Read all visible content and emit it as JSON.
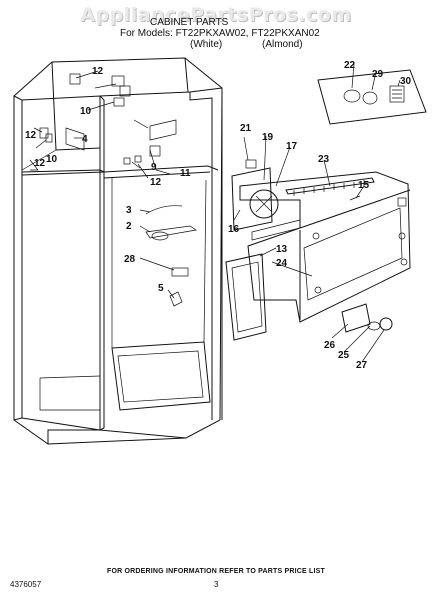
{
  "watermark": "AppliancePartsPros.com",
  "header": {
    "title": "CABINET PARTS",
    "models": "For Models: FT22PKXAW02, FT22PKXAN02",
    "white": "(White)",
    "almond": "(Almond)"
  },
  "parts": {
    "p2": "2",
    "p3": "3",
    "p4": "4",
    "p5": "5",
    "p9": "9",
    "p10a": "10",
    "p10b": "10",
    "p11": "11",
    "p12a": "12",
    "p12b": "12",
    "p12c": "12",
    "p12d": "12",
    "p13": "13",
    "p15": "15",
    "p16": "16",
    "p17": "17",
    "p19": "19",
    "p21": "21",
    "p22": "22",
    "p23": "23",
    "p24": "24",
    "p25": "25",
    "p26": "26",
    "p27": "27",
    "p28": "28",
    "p29": "29",
    "p30": "30"
  },
  "footer": {
    "ordering_note": "FOR ORDERING INFORMATION REFER TO PARTS PRICE LIST",
    "doc_number": "4376057",
    "page": "3"
  }
}
